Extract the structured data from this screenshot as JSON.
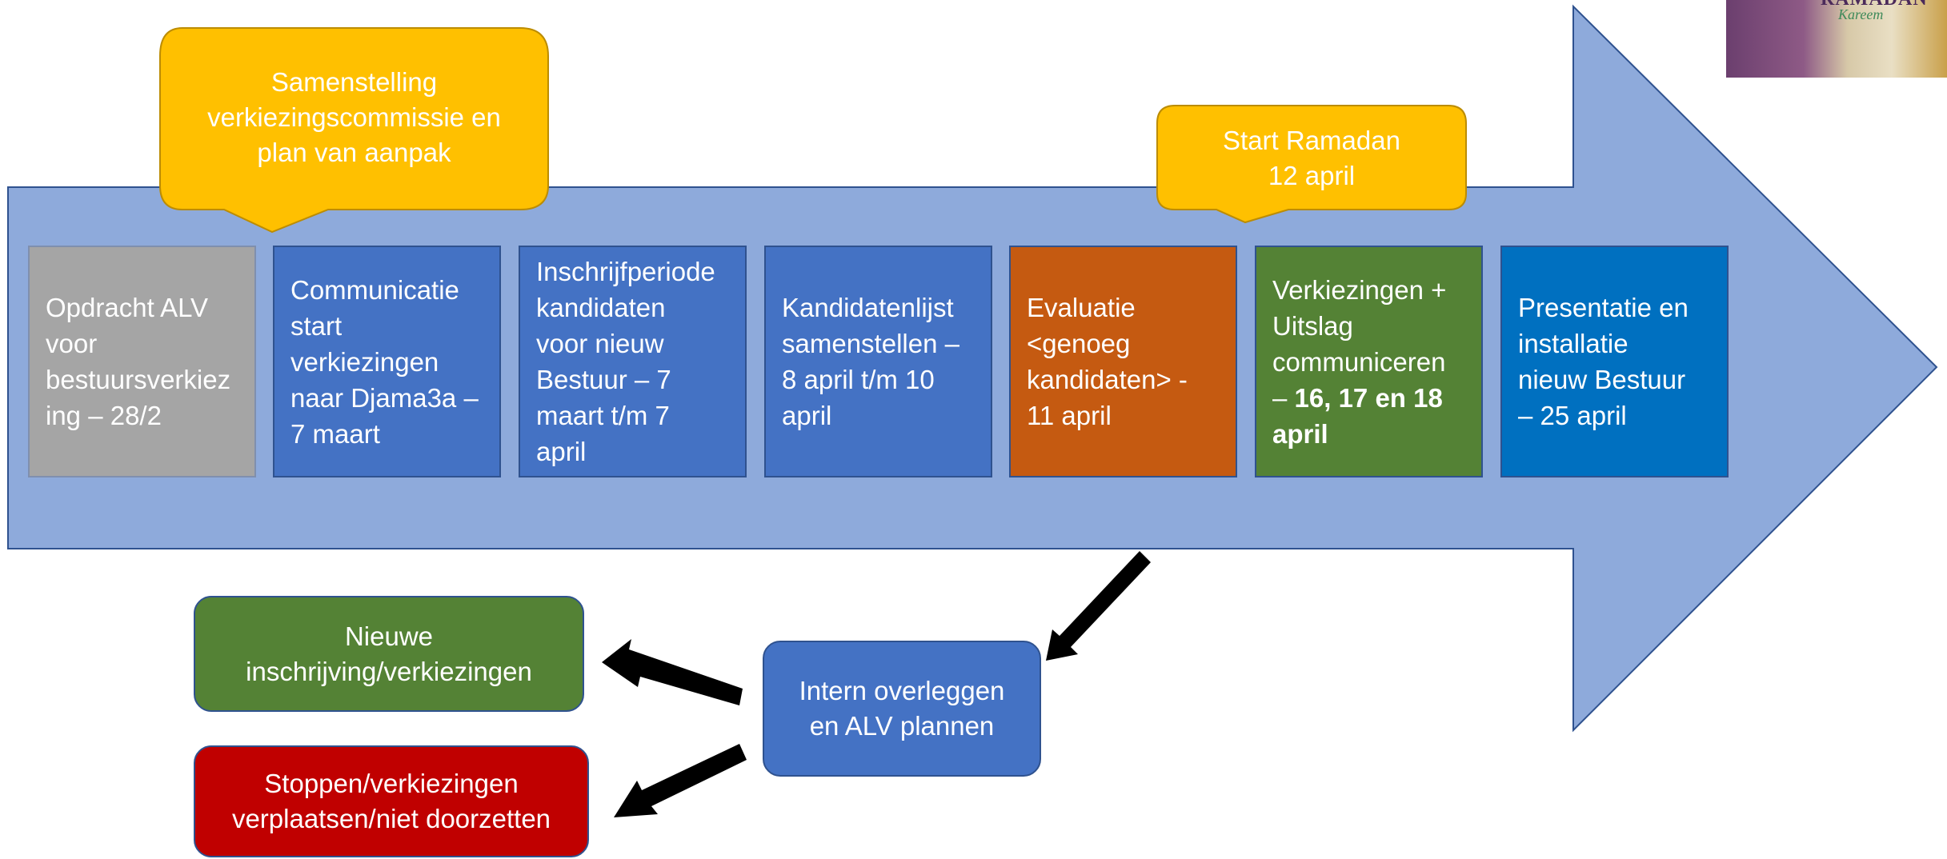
{
  "timeline": {
    "steps": [
      {
        "lines": [
          "Opdracht ALV",
          "voor",
          "bestuursverkiez",
          "ing – 28/2"
        ]
      },
      {
        "lines": [
          "Communicatie",
          "start",
          "verkiezingen",
          "naar Djama3a –",
          "7 maart"
        ]
      },
      {
        "lines": [
          "Inschrijfperiode",
          "kandidaten",
          "voor nieuw",
          "Bestuur – 7",
          "maart t/m  7",
          "april"
        ]
      },
      {
        "lines": [
          "Kandidatenlijst",
          "samenstellen –",
          "8 april t/m 10",
          "april"
        ]
      },
      {
        "lines": [
          "Evaluatie",
          "<genoeg",
          "kandidaten> -",
          "11 april"
        ]
      },
      {
        "lines": [
          "Verkiezingen +",
          "Uitslag",
          "communiceren"
        ],
        "line4_prefix": "– ",
        "line4_bold": "16, 17 en 18",
        "line5_bold": "april"
      },
      {
        "lines": [
          "Presentatie en",
          "installatie",
          "nieuw Bestuur",
          "– 25 april"
        ]
      }
    ]
  },
  "callouts": {
    "commissie": {
      "lines": [
        "Samenstelling",
        "verkiezingscommissie en",
        "plan van aanpak"
      ]
    },
    "ramadan": {
      "lines": [
        "Start Ramadan",
        "12 april"
      ]
    }
  },
  "branch": {
    "overleg": {
      "lines": [
        "Intern overleggen",
        "en ALV plannen"
      ]
    },
    "nieuw": {
      "lines": [
        "Nieuwe",
        "inschrijving/verkiezingen"
      ]
    },
    "stoppen": {
      "lines": [
        "Stoppen/verkiezingen",
        "verplaatsen/niet doorzetten"
      ]
    }
  },
  "thumbnail": {
    "title": "RAMADAN",
    "subtitle": "Kareem"
  },
  "colors": {
    "arrow": "#8eaadb",
    "callout": "#ffc000",
    "gray": "#a5a5a5",
    "blue": "#4472c4",
    "orange": "#c55a11",
    "green": "#548235",
    "dark_blue": "#0070c0",
    "red": "#c00000"
  }
}
